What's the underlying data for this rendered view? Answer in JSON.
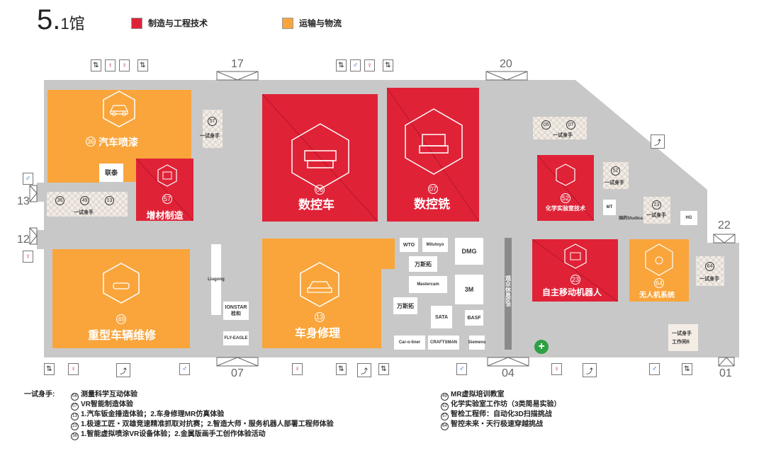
{
  "hall": {
    "number_big": "5.",
    "number_small": "1馆"
  },
  "legend": [
    {
      "label": "制造与工程技术",
      "color": "#e02237"
    },
    {
      "label": "运输与物流",
      "color": "#f9a53b"
    }
  ],
  "gates": [
    "17",
    "20",
    "13",
    "12",
    "22",
    "07",
    "04",
    "01"
  ],
  "zones": {
    "paint": {
      "num": "36",
      "label": "汽车喷漆"
    },
    "additive": {
      "num": "57",
      "label": "增材制造"
    },
    "lathe": {
      "num": "06",
      "label": "数控车"
    },
    "mill": {
      "num": "07",
      "label": "数控铣"
    },
    "chem": {
      "num": "52",
      "label": "化学实验室技术"
    },
    "heavy": {
      "num": "49",
      "label": "重型车辆维修"
    },
    "body": {
      "num": "13",
      "label": "车身修理"
    },
    "robot": {
      "num": "23",
      "label": "自主移动机器人"
    },
    "drone": {
      "num": "64",
      "label": "无人机系统"
    }
  },
  "booths": {
    "liantai": "联泰",
    "liugong": "Liugong",
    "ionstar": "IONSTAR\n桂和",
    "flyeagle": "FLY-EAGLE",
    "wto": "WTO",
    "mitutoyo": "Mitutoyo",
    "dmg": "DMG",
    "wansituo1": "万斯拓",
    "mastercam": "Mastercam",
    "m3": "3M",
    "wansituo2": "万斯拓",
    "sata": "SATA",
    "basf": "BASF",
    "carOLiner": "Car-o-liner",
    "craftsman": "CRAFTSMAN",
    "siemens": "Siemens",
    "mt": "MT",
    "studica": "国药Studica",
    "hg": "HG",
    "rest": "观众休息区6"
  },
  "try": {
    "label": "一试身手",
    "t57": "57",
    "row1": [
      "36",
      "49",
      "13"
    ],
    "row2": [
      "06",
      "07"
    ],
    "t52": "52",
    "t23": "23",
    "t64": "64",
    "workshop_label": "一试身手",
    "workshop_sub": "工作间6"
  },
  "notes": {
    "title": "一试身手:",
    "left": [
      {
        "num": "06",
        "text": "测量科学互动体验"
      },
      {
        "num": "07",
        "text": "VR智能制造体验"
      },
      {
        "num": "13",
        "text": "1.汽车钣金捶造体验；2.车身修理MR仿真体验"
      },
      {
        "num": "23",
        "text": "1.极速工匠・双雄竞速精准抓取对抗赛；2.智造大师・服务机器人部署工程师体验"
      },
      {
        "num": "36",
        "text": "1.智能虚拟喷涂VR设备体验；2.金属版画手工创作体验活动"
      }
    ],
    "right": [
      {
        "num": "49",
        "text": "MR虚拟培训教室"
      },
      {
        "num": "52",
        "text": "化学实验室工作坊（3类简易实验）"
      },
      {
        "num": "57",
        "text": "智检工程师：自动化3D扫描挑战"
      },
      {
        "num": "64",
        "text": "智控未来・天行极速穿越挑战"
      }
    ]
  }
}
